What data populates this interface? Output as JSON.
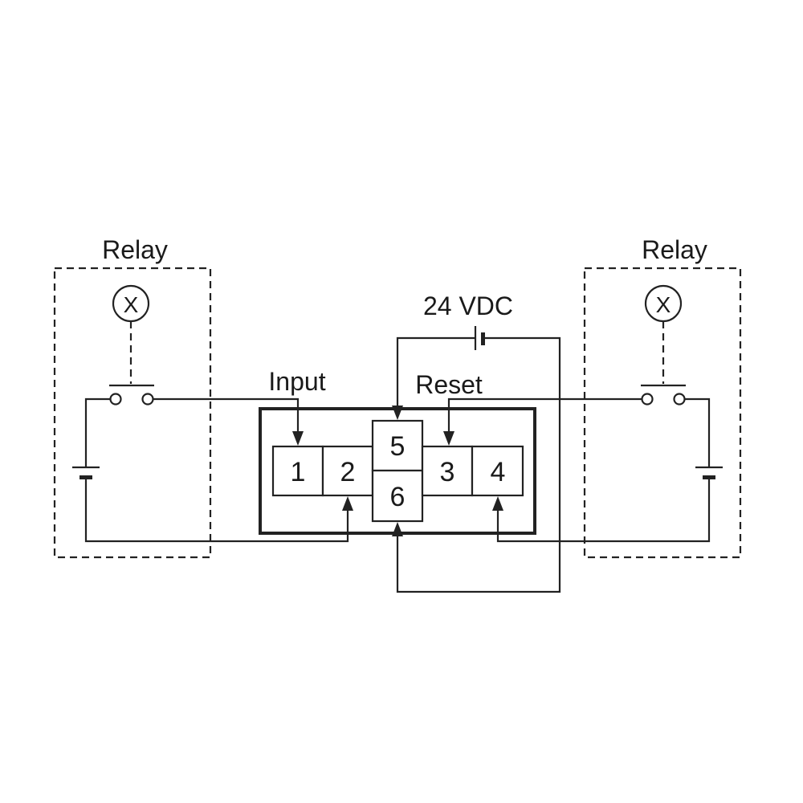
{
  "labels": {
    "relay_left": "Relay",
    "relay_right": "Relay",
    "supply": "24 VDC",
    "input": "Input",
    "reset": "Reset",
    "coil_symbol": "X"
  },
  "terminals": [
    "1",
    "2",
    "5",
    "6",
    "3",
    "4"
  ]
}
